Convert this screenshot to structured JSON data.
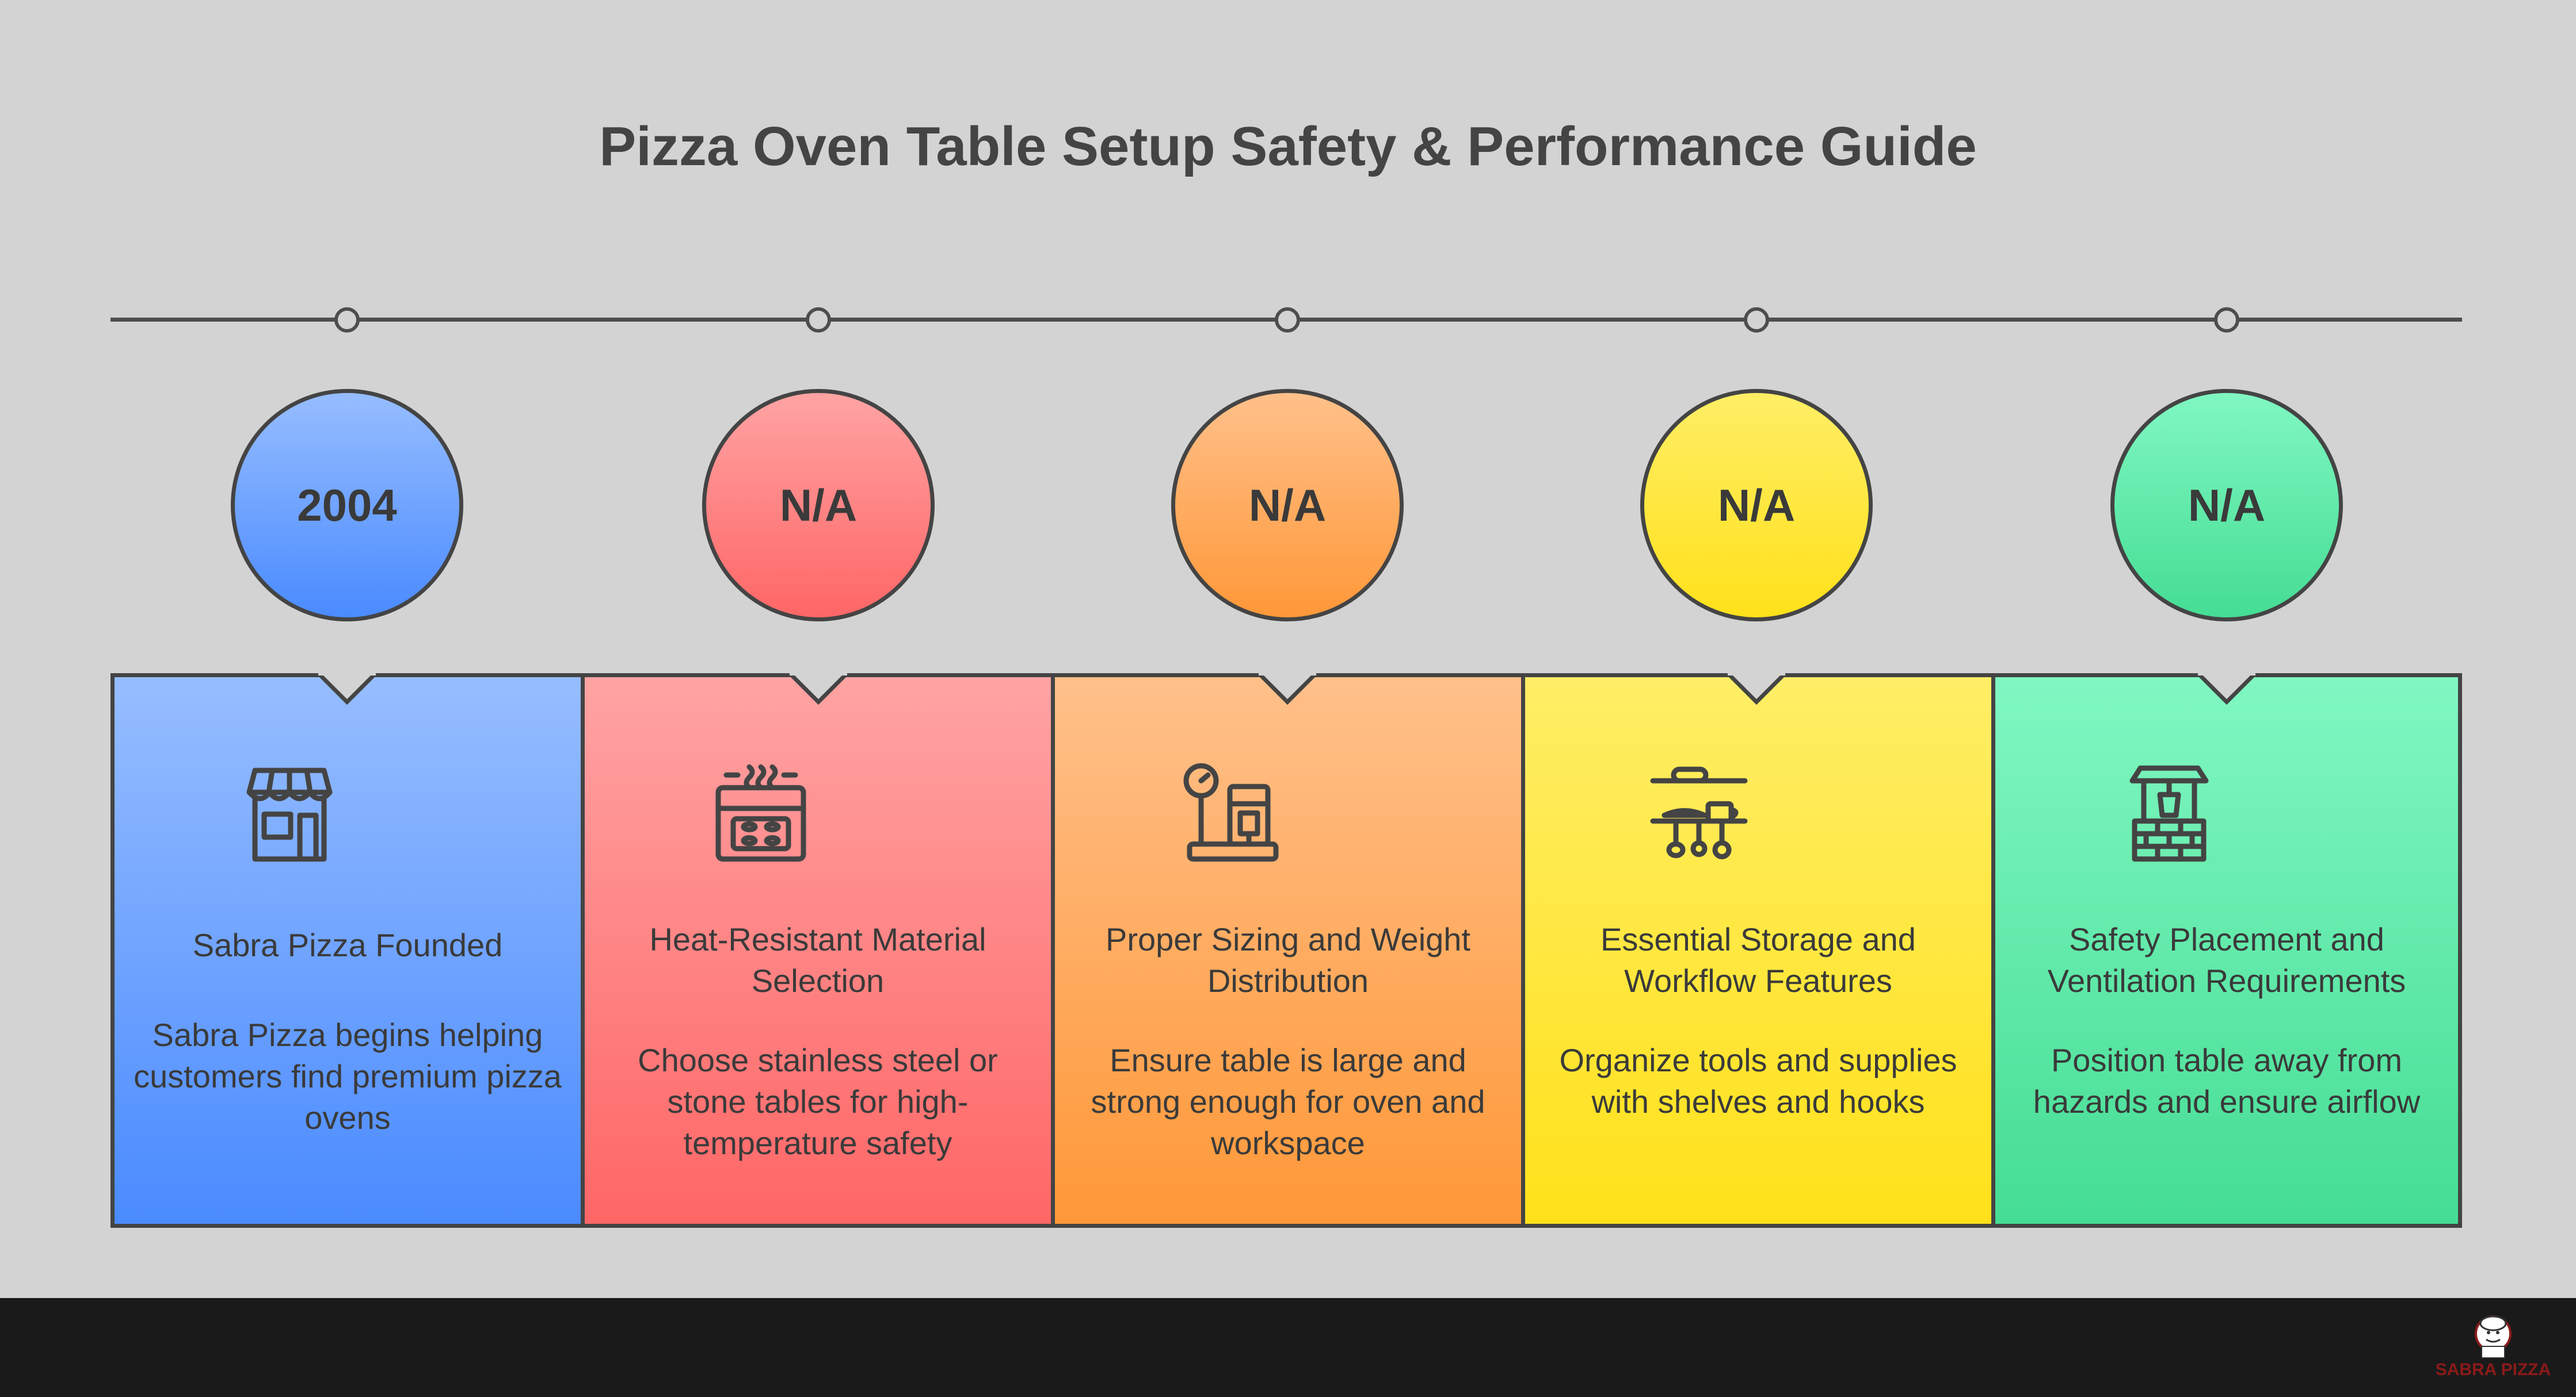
{
  "title": "Pizza Oven Table Setup Safety & Performance Guide",
  "colors": {
    "background": "#d3d3d3",
    "footer": "#1a1a1a",
    "outline": "#444444"
  },
  "steps": [
    {
      "marker": "2004",
      "heading": "Sabra Pizza Founded",
      "description": "Sabra Pizza begins helping customers find premium pizza ovens",
      "icon": "storefront-icon",
      "color_top": "#96bdff",
      "color_bottom": "#4a8bff"
    },
    {
      "marker": "N/A",
      "heading": "Heat-Resistant Material Selection",
      "description": "Choose stainless steel or stone tables for high-temperature safety",
      "icon": "stove-icon",
      "color_top": "#ffa3a3",
      "color_bottom": "#ff6666"
    },
    {
      "marker": "N/A",
      "heading": "Proper Sizing and Weight Distribution",
      "description": "Ensure table is large and strong enough for oven and workspace",
      "icon": "scale-icon",
      "color_top": "#ffc08a",
      "color_bottom": "#ff9838"
    },
    {
      "marker": "N/A",
      "heading": "Essential Storage and Workflow Features",
      "description": "Organize tools and supplies with shelves and hooks",
      "icon": "kitchen-shelf-icon",
      "color_top": "#ffee66",
      "color_bottom": "#ffe11a"
    },
    {
      "marker": "N/A",
      "heading": "Safety Placement and Ventilation Requirements",
      "description": "Position table away from hazards and ensure airflow",
      "icon": "well-icon",
      "color_top": "#80f7c2",
      "color_bottom": "#45dd94"
    }
  ],
  "logo": {
    "text": "SABRA PIZZA",
    "color": "#8b1a1a"
  }
}
